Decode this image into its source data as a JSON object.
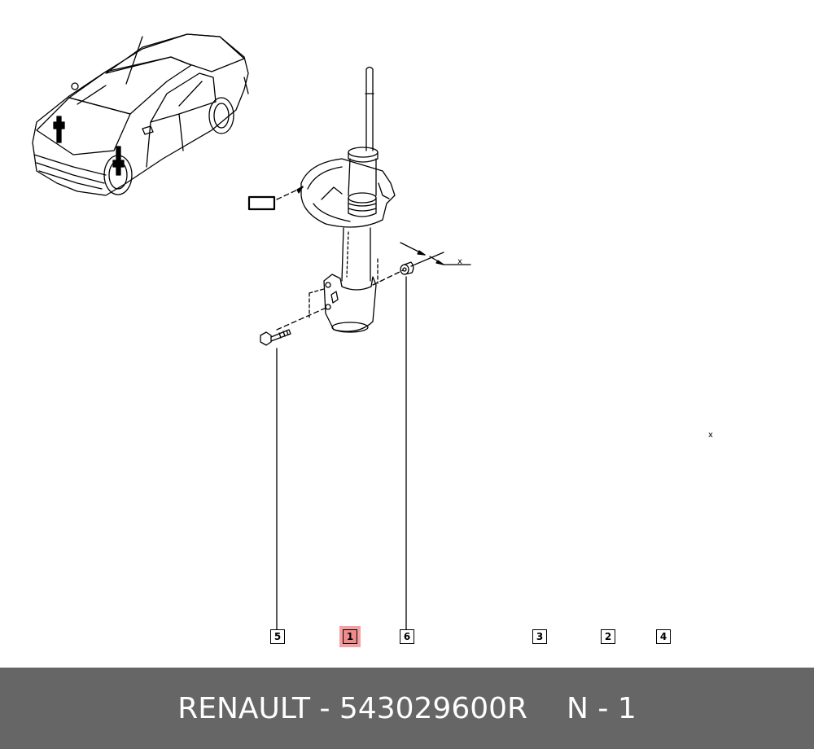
{
  "footer": {
    "brand": "RENAULT",
    "dash": " - ",
    "part_number": "543029600R",
    "position": "N - 1"
  },
  "callouts": [
    {
      "id": "5",
      "label": "5",
      "highlighted": false
    },
    {
      "id": "1",
      "label": "1",
      "highlighted": true
    },
    {
      "id": "6",
      "label": "6",
      "highlighted": false
    },
    {
      "id": "3",
      "label": "3",
      "highlighted": false
    },
    {
      "id": "2",
      "label": "2",
      "highlighted": false
    },
    {
      "id": "4",
      "label": "4",
      "highlighted": false
    }
  ],
  "annotations": {
    "axis_label_left": "x",
    "axis_label_right": "x"
  },
  "colors": {
    "footer_bg": "#666666",
    "highlight": "#f08a8a",
    "line": "#000000"
  }
}
